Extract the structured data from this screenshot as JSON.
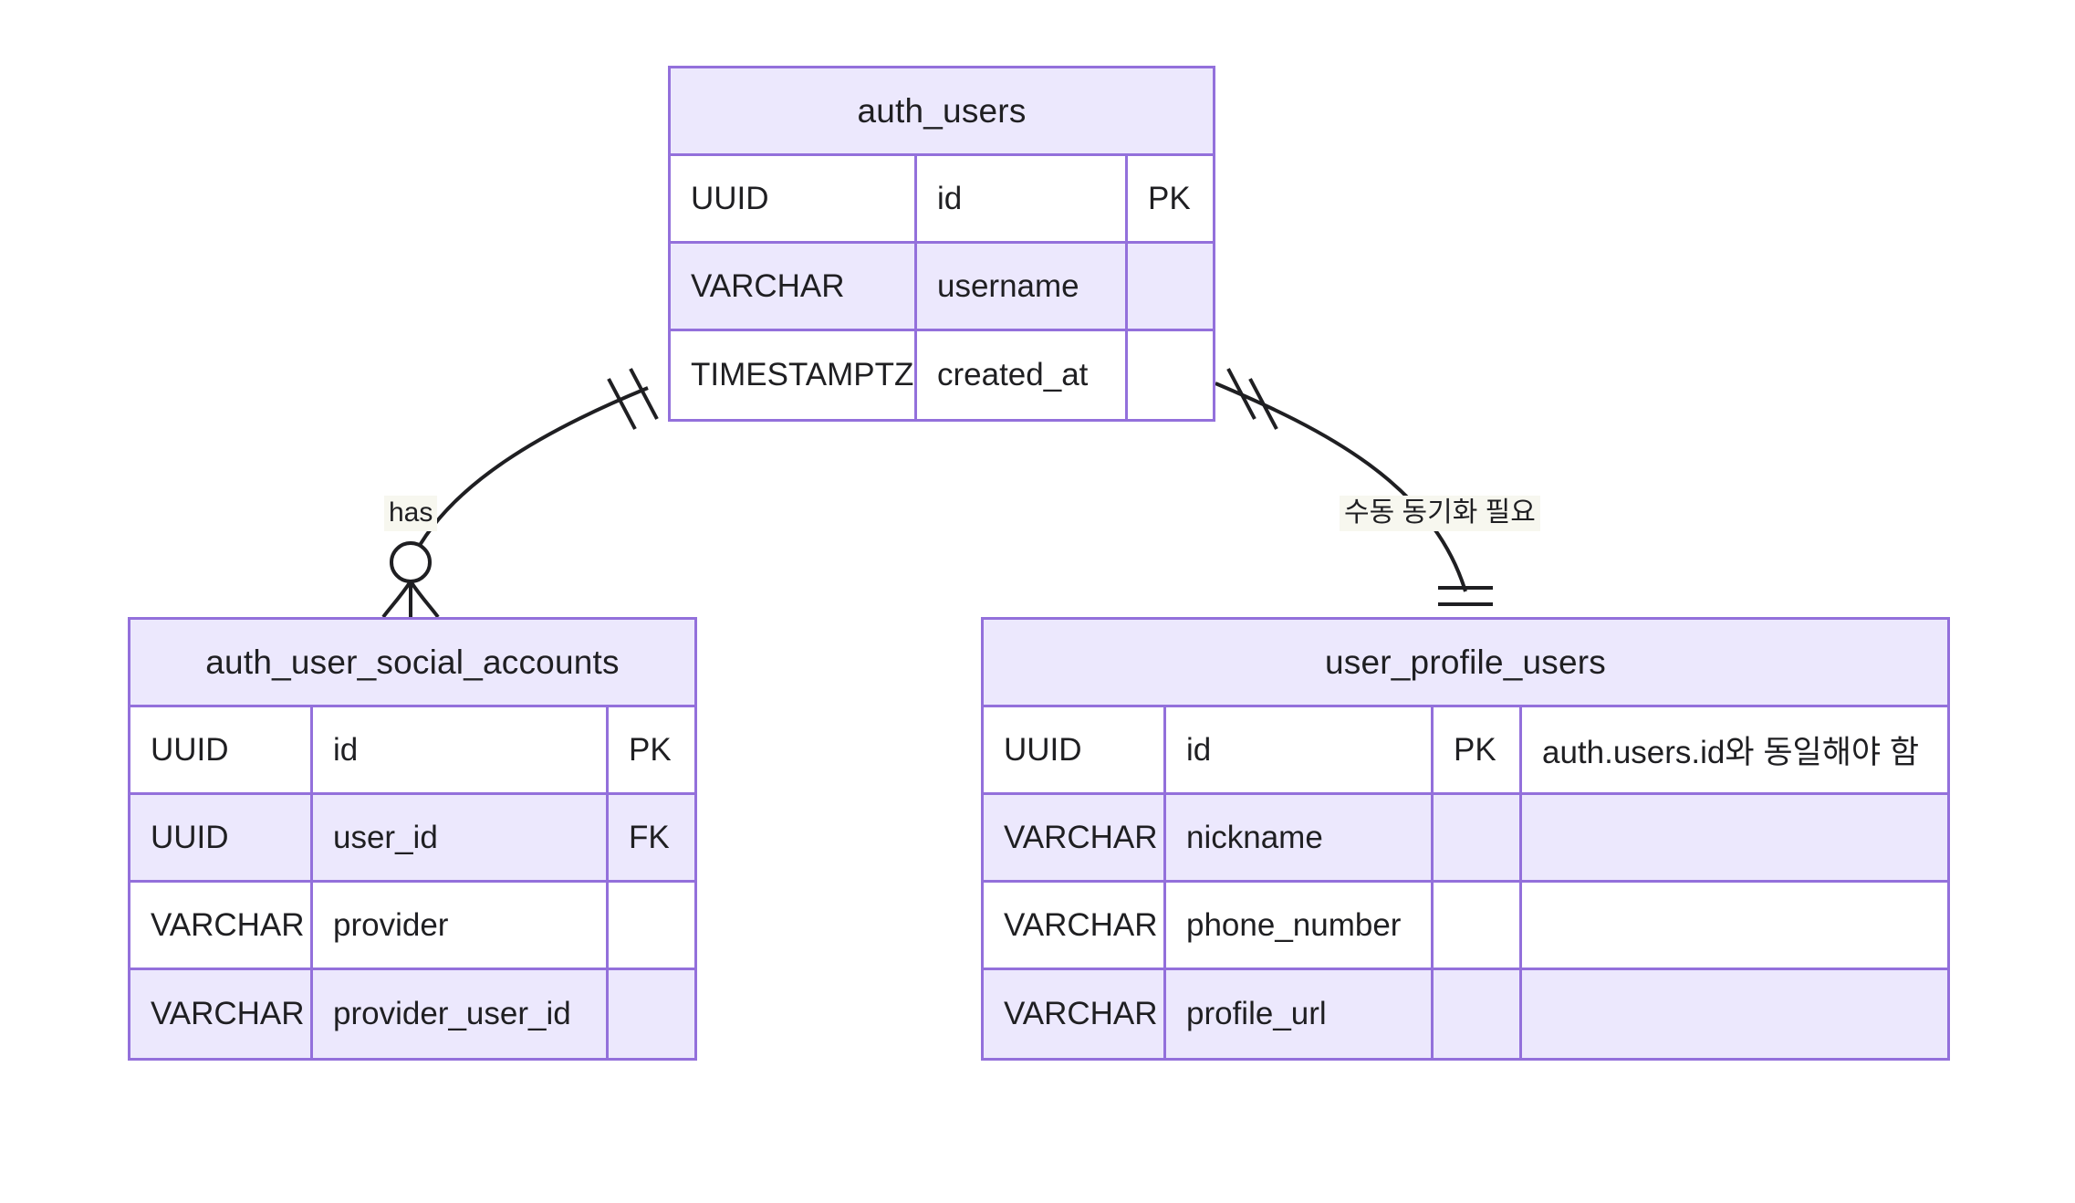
{
  "diagram": {
    "type": "entity-relationship-diagram",
    "title": "",
    "background_color": "#ffffff",
    "entity_border_color": "#9370db",
    "entity_header_fill": "#ece8fd",
    "entity_row_alt_fill": "#ece8fd",
    "entity_row_fill": "#ffffff",
    "text_color": "#1f1f22",
    "label_background": "#f7f7ef",
    "line_color": "#1f1f22"
  },
  "entities": [
    {
      "id": "auth_users",
      "name": "auth_users",
      "columns": [
        "type",
        "name",
        "key",
        "note"
      ],
      "attributes": [
        {
          "type": "UUID",
          "name": "id",
          "key": "PK",
          "note": ""
        },
        {
          "type": "VARCHAR",
          "name": "username",
          "key": "",
          "note": ""
        },
        {
          "type": "TIMESTAMPTZ",
          "name": "created_at",
          "key": "",
          "note": ""
        }
      ]
    },
    {
      "id": "auth_user_social_accounts",
      "name": "auth_user_social_accounts",
      "columns": [
        "type",
        "name",
        "key",
        "note"
      ],
      "attributes": [
        {
          "type": "UUID",
          "name": "id",
          "key": "PK",
          "note": ""
        },
        {
          "type": "UUID",
          "name": "user_id",
          "key": "FK",
          "note": ""
        },
        {
          "type": "VARCHAR",
          "name": "provider",
          "key": "",
          "note": ""
        },
        {
          "type": "VARCHAR",
          "name": "provider_user_id",
          "key": "",
          "note": ""
        }
      ]
    },
    {
      "id": "user_profile_users",
      "name": "user_profile_users",
      "columns": [
        "type",
        "name",
        "key",
        "note"
      ],
      "attributes": [
        {
          "type": "UUID",
          "name": "id",
          "key": "PK",
          "note": "auth.users.id와 동일해야 함"
        },
        {
          "type": "VARCHAR",
          "name": "nickname",
          "key": "",
          "note": ""
        },
        {
          "type": "VARCHAR",
          "name": "phone_number",
          "key": "",
          "note": ""
        },
        {
          "type": "VARCHAR",
          "name": "profile_url",
          "key": "",
          "note": ""
        }
      ]
    }
  ],
  "relationships": [
    {
      "id": "rel-has",
      "label": "has",
      "from": "auth_users",
      "to": "auth_user_social_accounts",
      "from_cardinality": "exactly-one",
      "to_cardinality": "zero-or-many"
    },
    {
      "id": "rel-sync",
      "label": "수동 동기화 필요",
      "from": "auth_users",
      "to": "user_profile_users",
      "from_cardinality": "exactly-one",
      "to_cardinality": "exactly-one"
    }
  ]
}
